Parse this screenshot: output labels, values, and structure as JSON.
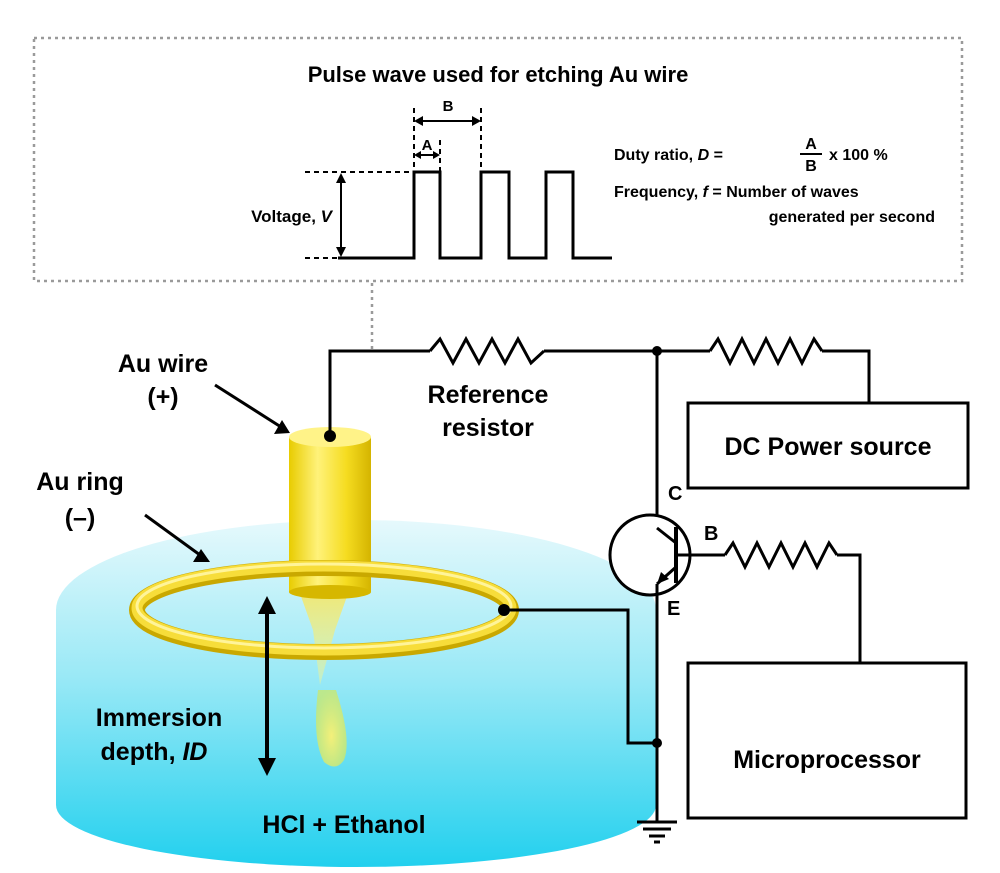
{
  "pulse_panel": {
    "title": "Pulse wave used for etching Au wire",
    "label_b": "B",
    "label_a": "A",
    "voltage_prefix": "Voltage, ",
    "voltage_symbol": "V",
    "duty_prefix": "Duty ratio, ",
    "duty_symbol": "D",
    "duty_equals": " = ",
    "duty_numerator": "A",
    "duty_denominator": "B",
    "duty_suffix": "x 100 %",
    "freq_prefix": "Frequency, ",
    "freq_symbol": "f",
    "freq_equals": " = Number of waves",
    "freq_line2": "generated per second"
  },
  "circuit": {
    "au_wire_line1": "Au wire",
    "au_wire_line2": "(+)",
    "au_ring_line1": "Au ring",
    "au_ring_line2": "(–)",
    "ref_resistor_line1": "Reference",
    "ref_resistor_line2": "resistor",
    "dc_power": "DC Power source",
    "microprocessor": "Microprocessor",
    "transistor_c": "C",
    "transistor_b": "B",
    "transistor_e": "E",
    "immersion_line1": "Immersion",
    "immersion_prefix": "depth, ",
    "immersion_symbol": "ID",
    "solution": "HCl + Ethanol"
  },
  "colors": {
    "gold_light": "#ffec5c",
    "gold_dark": "#d8b800",
    "liquid_light": "#dff7fb",
    "liquid_dark": "#28d3ef"
  }
}
